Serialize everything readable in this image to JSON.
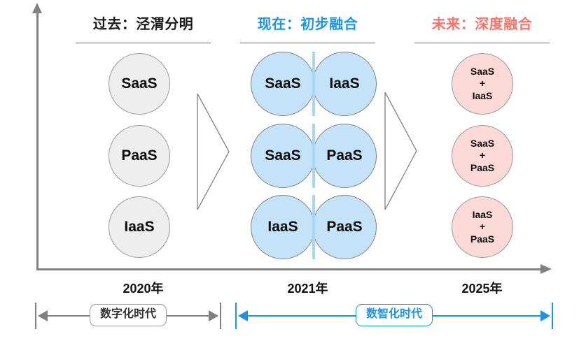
{
  "columns": {
    "past": {
      "title": "过去：泾渭分明",
      "color": "#1a1a1a",
      "year": "2020年"
    },
    "present": {
      "title": "现在：初步融合",
      "color": "#1b94e8",
      "year": "2021年"
    },
    "future": {
      "title": "未来：深度融合",
      "color": "#f9736a",
      "year": "2025年"
    }
  },
  "past_items": [
    {
      "label": "SaaS"
    },
    {
      "label": "PaaS"
    },
    {
      "label": "IaaS"
    }
  ],
  "present_items": [
    {
      "left": "SaaS",
      "right": "IaaS"
    },
    {
      "left": "SaaS",
      "right": "PaaS"
    },
    {
      "left": "IaaS",
      "right": "PaaS"
    }
  ],
  "future_items": [
    {
      "line1": "SaaS",
      "line2": "+",
      "line3": "IaaS"
    },
    {
      "line1": "SaaS",
      "line2": "+",
      "line3": "PaaS"
    },
    {
      "line1": "IaaS",
      "line2": "+",
      "line3": "PaaS"
    }
  ],
  "eras": {
    "digital": {
      "label": "数字化时代",
      "color": "#808080"
    },
    "intelligent": {
      "label": "数智化时代",
      "color": "#1b94e8"
    }
  },
  "palette": {
    "gray_fill": "#eeeeee",
    "blue_fill": "#c5e3f8",
    "blue_overlap": "#a8d6f5",
    "pink_fill": "#fbd9d6",
    "accent_blue": "#1b94e8",
    "accent_red": "#f9736a",
    "stroke_gray": "#808080"
  }
}
